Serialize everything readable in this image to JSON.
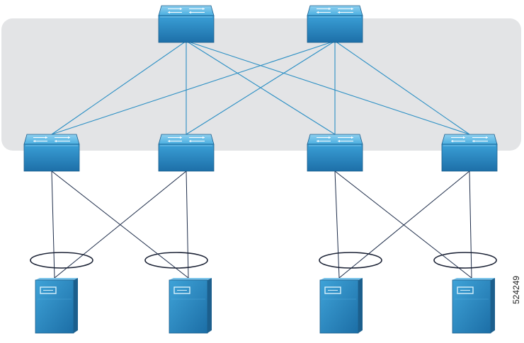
{
  "figure_number": "524249",
  "devices": {
    "spine_switches": [
      {
        "id": "spine-1",
        "icon": "switch-icon"
      },
      {
        "id": "spine-2",
        "icon": "switch-icon"
      }
    ],
    "leaf_switches": [
      {
        "id": "leaf-1",
        "icon": "switch-icon"
      },
      {
        "id": "leaf-2",
        "icon": "switch-icon"
      },
      {
        "id": "leaf-3",
        "icon": "switch-icon"
      },
      {
        "id": "leaf-4",
        "icon": "switch-icon"
      }
    ],
    "servers": [
      {
        "id": "server-1",
        "icon": "server-icon"
      },
      {
        "id": "server-2",
        "icon": "server-icon"
      },
      {
        "id": "server-3",
        "icon": "server-icon"
      },
      {
        "id": "server-4",
        "icon": "server-icon"
      }
    ]
  },
  "links": {
    "spine_to_leaf": [
      [
        "spine-1",
        "leaf-1"
      ],
      [
        "spine-1",
        "leaf-2"
      ],
      [
        "spine-1",
        "leaf-3"
      ],
      [
        "spine-1",
        "leaf-4"
      ],
      [
        "spine-2",
        "leaf-1"
      ],
      [
        "spine-2",
        "leaf-2"
      ],
      [
        "spine-2",
        "leaf-3"
      ],
      [
        "spine-2",
        "leaf-4"
      ]
    ],
    "leaf_to_server": [
      [
        "leaf-1",
        "server-1"
      ],
      [
        "leaf-1",
        "server-2"
      ],
      [
        "leaf-2",
        "server-1"
      ],
      [
        "leaf-2",
        "server-2"
      ],
      [
        "leaf-3",
        "server-3"
      ],
      [
        "leaf-3",
        "server-4"
      ],
      [
        "leaf-4",
        "server-3"
      ],
      [
        "leaf-4",
        "server-4"
      ]
    ]
  },
  "colors": {
    "fabric_background": "#e3e4e6",
    "device_blue": "#2d8fc9",
    "device_blue_dark": "#1c5f8d",
    "device_blue_light": "#79c3ea",
    "fabric_link": "#2b8fc4",
    "access_link": "#1e2d4a"
  }
}
